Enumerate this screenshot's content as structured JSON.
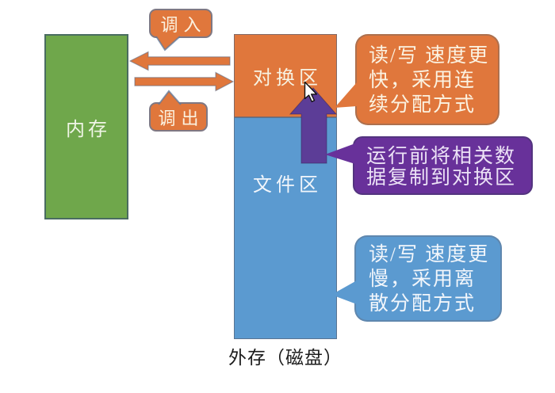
{
  "colors": {
    "green": "#6FA74B",
    "orange": "#E0773C",
    "blue": "#5B9AD0",
    "purple_arrow": "#5C3D97",
    "purple_bubble": "#68319A"
  },
  "memory": {
    "label": "内存"
  },
  "disk": {
    "swap_label": "对换区",
    "file_label": "文件区",
    "caption": "外存（磁盘）"
  },
  "flows": {
    "swap_in": "调入",
    "swap_out": "调出"
  },
  "callouts": {
    "swap": {
      "lines": [
        "读/写 速度更",
        "快，采用连",
        "续分配方式"
      ]
    },
    "copy": {
      "lines": [
        "运行前将相关数",
        "据复制到对换区"
      ]
    },
    "file": {
      "lines": [
        "读/写 速度更",
        "慢，采用离",
        "散分配方式"
      ]
    }
  }
}
